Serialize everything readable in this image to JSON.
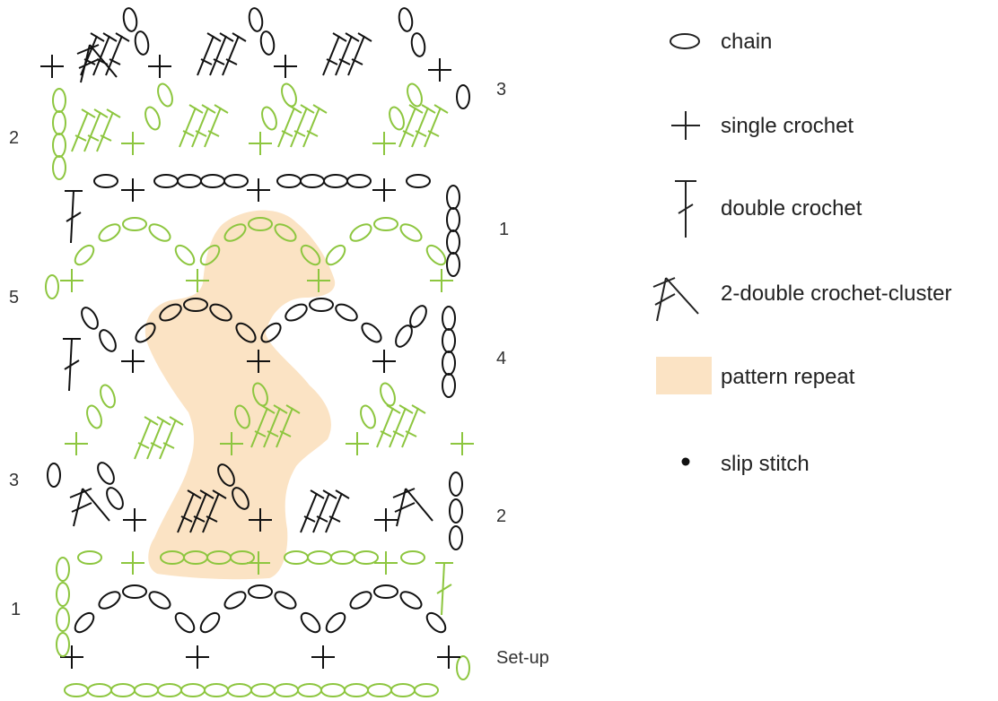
{
  "colors": {
    "odd_rows": "#8dc63f",
    "even_rows": "#111111",
    "repeat_fill": "#fbe3c4"
  },
  "row_labels_left": [
    "2",
    "5",
    "3",
    "1"
  ],
  "row_labels_right": [
    "3",
    "1",
    "4",
    "2",
    "Set-up"
  ],
  "legend": {
    "chain": "chain",
    "single_crochet": "single crochet",
    "double_crochet": "double crochet",
    "cluster": "2-double crochet-cluster",
    "pattern_repeat": "pattern repeat",
    "slip_stitch": "slip stitch"
  }
}
